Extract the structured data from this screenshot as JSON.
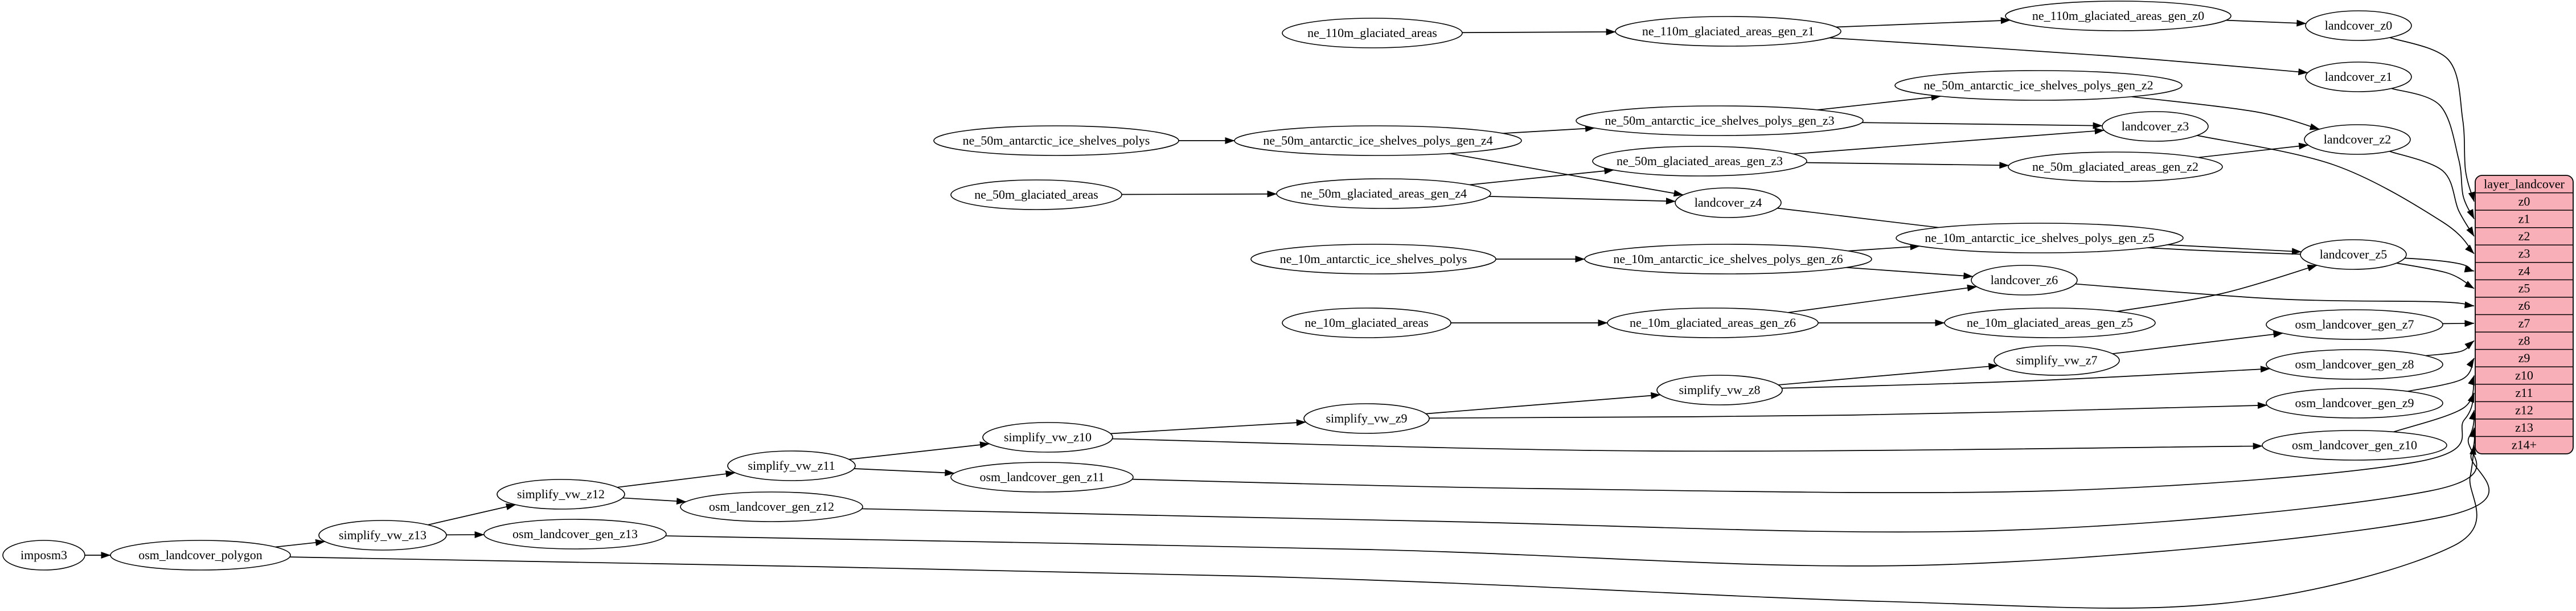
{
  "diagram": {
    "kind": "dependency-graph",
    "colors": {
      "background": "#ffffff",
      "node_fill": "#ffffff",
      "edge_stroke": "#000000",
      "table_fill": "#F9AFB7",
      "table_stroke": "#000000"
    },
    "nodes": {
      "imposm3": "imposm3",
      "osm_landcover_polygon": "osm_landcover_polygon",
      "simplify_vw_z13": "simplify_vw_z13",
      "simplify_vw_z12": "simplify_vw_z12",
      "simplify_vw_z11": "simplify_vw_z11",
      "simplify_vw_z10": "simplify_vw_z10",
      "simplify_vw_z9": "simplify_vw_z9",
      "simplify_vw_z8": "simplify_vw_z8",
      "simplify_vw_z7": "simplify_vw_z7",
      "osm_landcover_gen_z13": "osm_landcover_gen_z13",
      "osm_landcover_gen_z12": "osm_landcover_gen_z12",
      "osm_landcover_gen_z11": "osm_landcover_gen_z11",
      "osm_landcover_gen_z10": "osm_landcover_gen_z10",
      "osm_landcover_gen_z9": "osm_landcover_gen_z9",
      "osm_landcover_gen_z8": "osm_landcover_gen_z8",
      "osm_landcover_gen_z7": "osm_landcover_gen_z7",
      "ne_110m_glaciated_areas": "ne_110m_glaciated_areas",
      "ne_110m_glaciated_areas_gen_z1": "ne_110m_glaciated_areas_gen_z1",
      "ne_110m_glaciated_areas_gen_z0": "ne_110m_glaciated_areas_gen_z0",
      "ne_50m_antarctic_ice_shelves_polys": "ne_50m_antarctic_ice_shelves_polys",
      "ne_50m_antarctic_ice_shelves_polys_gen_z4": "ne_50m_antarctic_ice_shelves_polys_gen_z4",
      "ne_50m_antarctic_ice_shelves_polys_gen_z3": "ne_50m_antarctic_ice_shelves_polys_gen_z3",
      "ne_50m_antarctic_ice_shelves_polys_gen_z2": "ne_50m_antarctic_ice_shelves_polys_gen_z2",
      "ne_50m_glaciated_areas": "ne_50m_glaciated_areas",
      "ne_50m_glaciated_areas_gen_z4": "ne_50m_glaciated_areas_gen_z4",
      "ne_50m_glaciated_areas_gen_z3": "ne_50m_glaciated_areas_gen_z3",
      "ne_50m_glaciated_areas_gen_z2": "ne_50m_glaciated_areas_gen_z2",
      "ne_10m_antarctic_ice_shelves_polys": "ne_10m_antarctic_ice_shelves_polys",
      "ne_10m_antarctic_ice_shelves_polys_gen_z6": "ne_10m_antarctic_ice_shelves_polys_gen_z6",
      "ne_10m_antarctic_ice_shelves_polys_gen_z5": "ne_10m_antarctic_ice_shelves_polys_gen_z5",
      "ne_10m_glaciated_areas": "ne_10m_glaciated_areas",
      "ne_10m_glaciated_areas_gen_z6": "ne_10m_glaciated_areas_gen_z6",
      "ne_10m_glaciated_areas_gen_z5": "ne_10m_glaciated_areas_gen_z5",
      "landcover_z0": "landcover_z0",
      "landcover_z1": "landcover_z1",
      "landcover_z2": "landcover_z2",
      "landcover_z3": "landcover_z3",
      "landcover_z4": "landcover_z4",
      "landcover_z5": "landcover_z5",
      "landcover_z6": "landcover_z6"
    },
    "edges": [
      [
        "imposm3",
        "osm_landcover_polygon"
      ],
      [
        "osm_landcover_polygon",
        "simplify_vw_z13"
      ],
      [
        "osm_landcover_polygon",
        "row:z14+"
      ],
      [
        "simplify_vw_z13",
        "simplify_vw_z12"
      ],
      [
        "simplify_vw_z13",
        "osm_landcover_gen_z13"
      ],
      [
        "osm_landcover_gen_z13",
        "row:z13"
      ],
      [
        "simplify_vw_z12",
        "simplify_vw_z11"
      ],
      [
        "simplify_vw_z12",
        "osm_landcover_gen_z12"
      ],
      [
        "osm_landcover_gen_z12",
        "row:z12"
      ],
      [
        "simplify_vw_z11",
        "simplify_vw_z10"
      ],
      [
        "simplify_vw_z11",
        "osm_landcover_gen_z11"
      ],
      [
        "osm_landcover_gen_z11",
        "row:z11"
      ],
      [
        "simplify_vw_z10",
        "simplify_vw_z9"
      ],
      [
        "simplify_vw_z10",
        "osm_landcover_gen_z10"
      ],
      [
        "osm_landcover_gen_z10",
        "row:z10"
      ],
      [
        "simplify_vw_z9",
        "simplify_vw_z8"
      ],
      [
        "simplify_vw_z9",
        "osm_landcover_gen_z9"
      ],
      [
        "osm_landcover_gen_z9",
        "row:z9"
      ],
      [
        "simplify_vw_z8",
        "simplify_vw_z7"
      ],
      [
        "simplify_vw_z8",
        "osm_landcover_gen_z8"
      ],
      [
        "osm_landcover_gen_z8",
        "row:z8"
      ],
      [
        "simplify_vw_z7",
        "osm_landcover_gen_z7"
      ],
      [
        "osm_landcover_gen_z7",
        "row:z7"
      ],
      [
        "ne_110m_glaciated_areas",
        "ne_110m_glaciated_areas_gen_z1"
      ],
      [
        "ne_110m_glaciated_areas_gen_z1",
        "ne_110m_glaciated_areas_gen_z0"
      ],
      [
        "ne_110m_glaciated_areas_gen_z1",
        "landcover_z1"
      ],
      [
        "ne_110m_glaciated_areas_gen_z0",
        "landcover_z0"
      ],
      [
        "landcover_z0",
        "row:z0"
      ],
      [
        "landcover_z1",
        "row:z1"
      ],
      [
        "ne_50m_antarctic_ice_shelves_polys",
        "ne_50m_antarctic_ice_shelves_polys_gen_z4"
      ],
      [
        "ne_50m_antarctic_ice_shelves_polys_gen_z4",
        "ne_50m_antarctic_ice_shelves_polys_gen_z3"
      ],
      [
        "ne_50m_antarctic_ice_shelves_polys_gen_z4",
        "landcover_z4"
      ],
      [
        "ne_50m_antarctic_ice_shelves_polys_gen_z3",
        "ne_50m_antarctic_ice_shelves_polys_gen_z2"
      ],
      [
        "ne_50m_antarctic_ice_shelves_polys_gen_z3",
        "landcover_z3"
      ],
      [
        "ne_50m_antarctic_ice_shelves_polys_gen_z2",
        "landcover_z2"
      ],
      [
        "ne_50m_glaciated_areas",
        "ne_50m_glaciated_areas_gen_z4"
      ],
      [
        "ne_50m_glaciated_areas_gen_z4",
        "ne_50m_glaciated_areas_gen_z3"
      ],
      [
        "ne_50m_glaciated_areas_gen_z4",
        "landcover_z4"
      ],
      [
        "ne_50m_glaciated_areas_gen_z3",
        "ne_50m_glaciated_areas_gen_z2"
      ],
      [
        "ne_50m_glaciated_areas_gen_z3",
        "landcover_z3"
      ],
      [
        "ne_50m_glaciated_areas_gen_z2",
        "landcover_z2"
      ],
      [
        "landcover_z2",
        "row:z2"
      ],
      [
        "landcover_z3",
        "row:z3"
      ],
      [
        "landcover_z4",
        "row:z4"
      ],
      [
        "ne_10m_antarctic_ice_shelves_polys",
        "ne_10m_antarctic_ice_shelves_polys_gen_z6"
      ],
      [
        "ne_10m_antarctic_ice_shelves_polys_gen_z6",
        "ne_10m_antarctic_ice_shelves_polys_gen_z5"
      ],
      [
        "ne_10m_antarctic_ice_shelves_polys_gen_z6",
        "landcover_z6"
      ],
      [
        "ne_10m_antarctic_ice_shelves_polys_gen_z5",
        "landcover_z5"
      ],
      [
        "ne_10m_glaciated_areas",
        "ne_10m_glaciated_areas_gen_z6"
      ],
      [
        "ne_10m_glaciated_areas_gen_z6",
        "ne_10m_glaciated_areas_gen_z5"
      ],
      [
        "ne_10m_glaciated_areas_gen_z6",
        "landcover_z6"
      ],
      [
        "ne_10m_glaciated_areas_gen_z5",
        "landcover_z5"
      ],
      [
        "landcover_z5",
        "row:z5"
      ],
      [
        "landcover_z6",
        "row:z6"
      ]
    ],
    "table": {
      "title": "layer_landcover",
      "rows": [
        "z0",
        "z1",
        "z2",
        "z3",
        "z4",
        "z5",
        "z6",
        "z7",
        "z8",
        "z9",
        "z10",
        "z11",
        "z12",
        "z13",
        "z14+"
      ]
    }
  }
}
